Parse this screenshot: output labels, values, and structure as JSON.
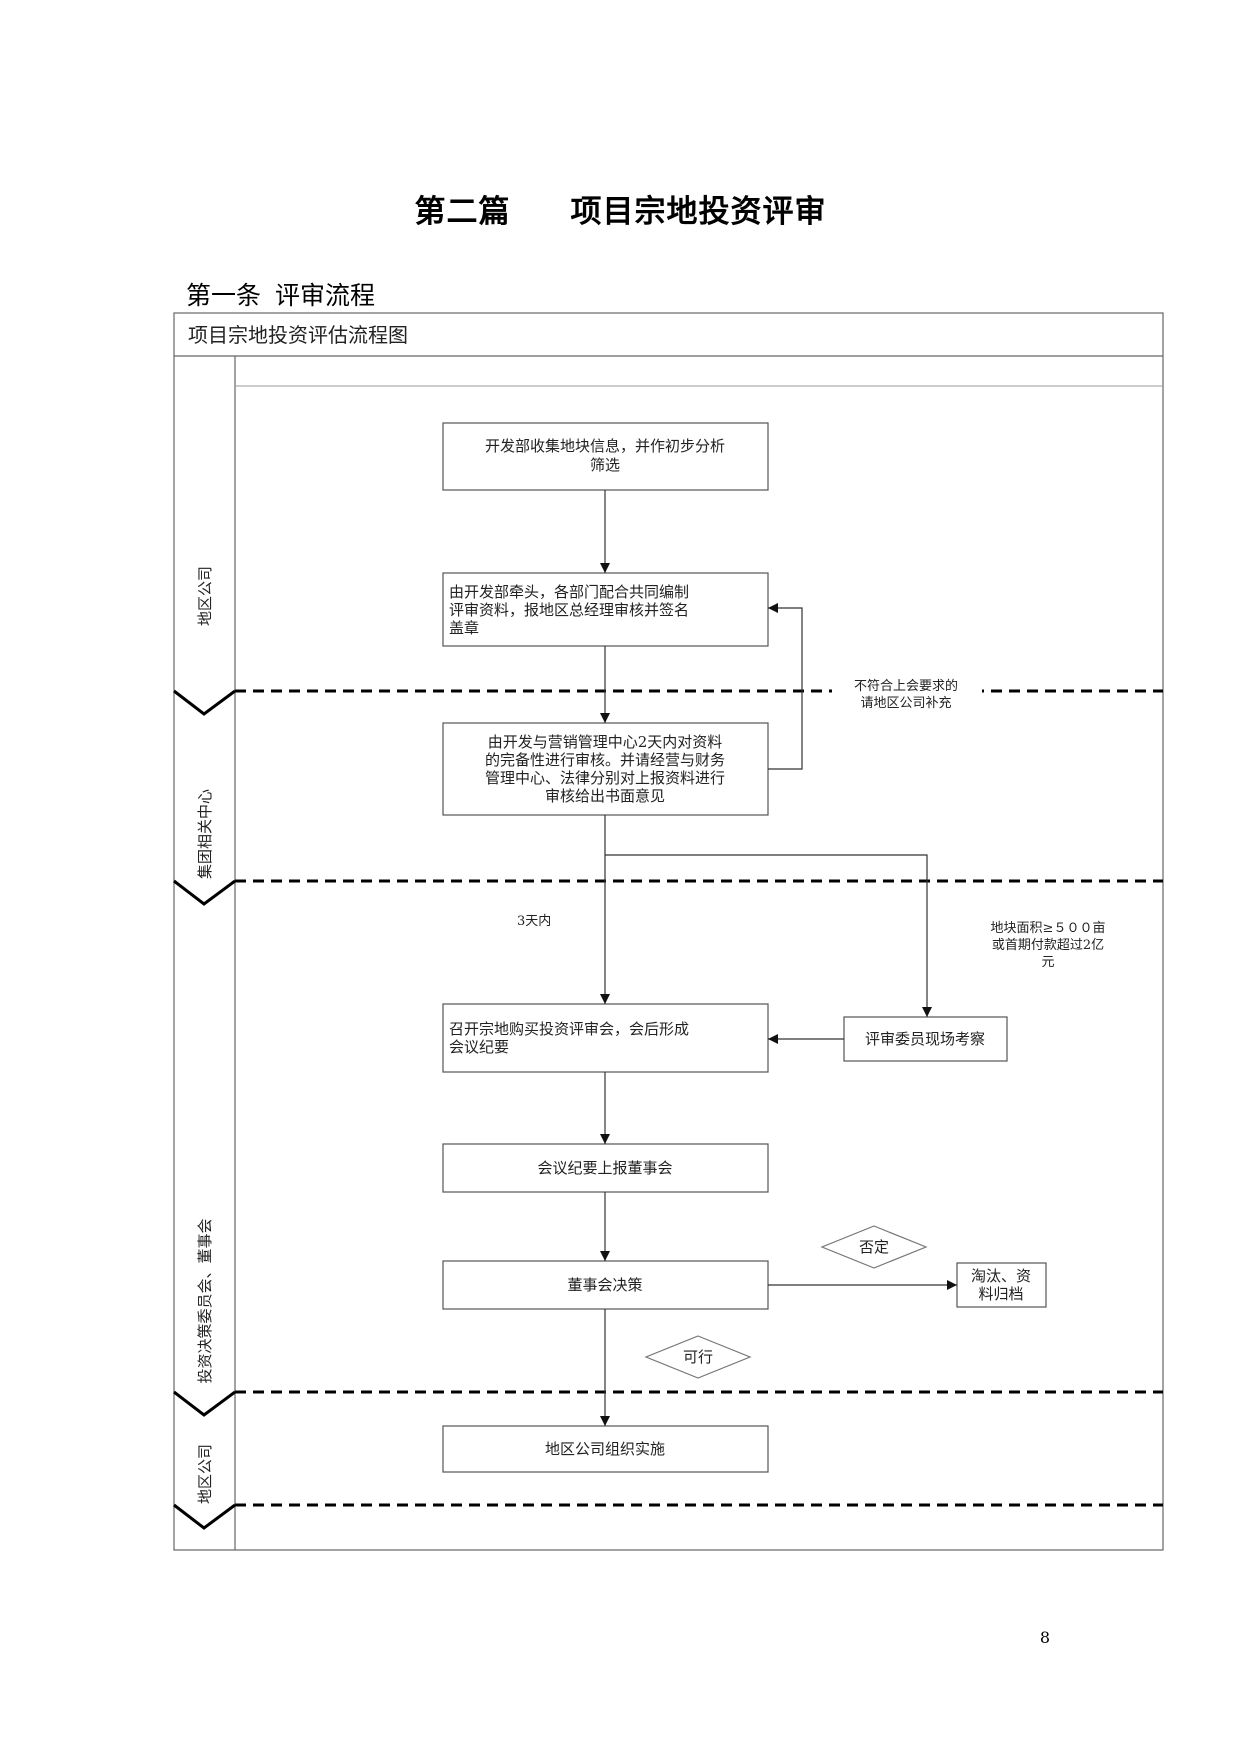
{
  "page": {
    "part_label": "第二篇",
    "part_title": "项目宗地投资评审",
    "section_label": "第一条",
    "section_title": "评审流程",
    "page_number": "8"
  },
  "flowchart": {
    "title": "项目宗地投资评估流程图",
    "lanes": [
      "地区公司",
      "集团相关中心",
      "投资决策委员会、董事会",
      "地区公司"
    ],
    "steps": {
      "collect": [
        "开发部收集地块信息，并作初步分析",
        "筛选"
      ],
      "prepare": [
        "由开发部牵头，各部门配合共同编制",
        "评审资料，报地区总经理审核并签名",
        "盖章"
      ],
      "review": [
        "由开发与营销管理中心2天内对资料",
        "的完备性进行审核。并请经营与财务",
        "管理中心、法律分别对上报资料进行",
        "审核给出书面意见"
      ],
      "meeting": [
        "召开宗地购买投资评审会，会后形成",
        "会议纪要"
      ],
      "inspect": "评审委员现场考察",
      "report": "会议纪要上报董事会",
      "decision": "董事会决策",
      "archive": [
        "淘汰、资",
        "料归档"
      ],
      "implement": "地区公司组织实施"
    },
    "labels": {
      "supplement": [
        "不符合上会要求的",
        "请地区公司补充"
      ],
      "within_days": "3天内",
      "condition": [
        "地块面积≥５００亩",
        "或首期付款超过2亿",
        "元"
      ],
      "reject": "否定",
      "approve": "可行"
    }
  }
}
